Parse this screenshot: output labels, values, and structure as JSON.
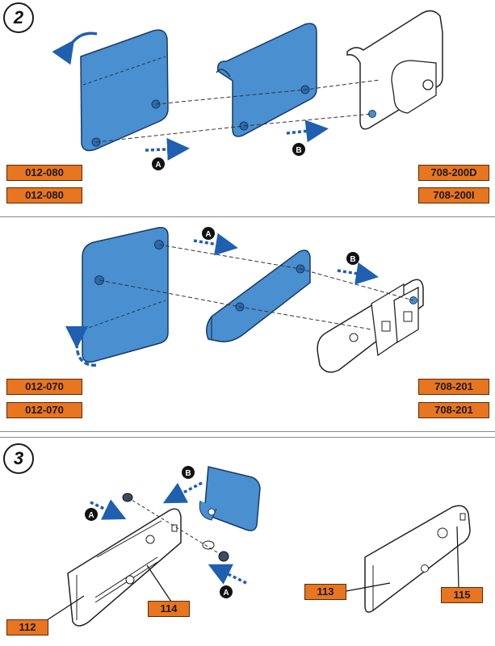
{
  "steps": {
    "step_two": "2",
    "step_three": "3"
  },
  "markers": {
    "a": "A",
    "b": "B"
  },
  "panel_one": {
    "left_codes": [
      "012-080",
      "012-080"
    ],
    "right_codes": [
      "708-200D",
      "708-200I"
    ]
  },
  "panel_two": {
    "left_codes": [
      "012-070",
      "012-070"
    ],
    "right_codes": [
      "708-201",
      "708-201"
    ]
  },
  "panel_three": {
    "callouts": [
      "112",
      "114",
      "113",
      "115"
    ]
  },
  "colors": {
    "part_blue": "#4a8fd0",
    "label_orange": "#e8751f",
    "arrow_blue": "#1f5fb0"
  }
}
